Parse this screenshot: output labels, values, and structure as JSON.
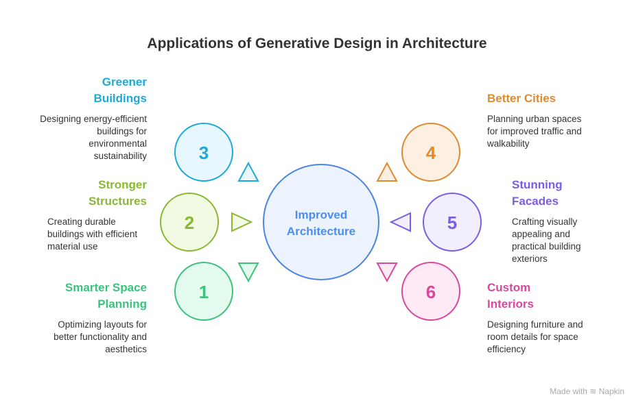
{
  "title": "Applications of Generative Design in Architecture",
  "center": {
    "label_line1": "Improved",
    "label_line2": "Architecture",
    "color": "#4a86e0"
  },
  "items": [
    {
      "num": "1",
      "title": "Smarter Space Planning",
      "desc": "Optimizing layouts for better functionality and aesthetics",
      "color": "#3cc27c"
    },
    {
      "num": "2",
      "title": "Stronger Structures",
      "desc": "Creating durable buildings with efficient material use",
      "color": "#8ab833"
    },
    {
      "num": "3",
      "title": "Greener Buildings",
      "desc": "Designing energy-efficient buildings for environmental sustainability",
      "color": "#1ea9d8"
    },
    {
      "num": "4",
      "title": "Better Cities",
      "desc": "Planning urban spaces for improved traffic and walkability",
      "color": "#e08a30"
    },
    {
      "num": "5",
      "title": "Stunning Facades",
      "desc": "Crafting visually appealing and practical building exteriors",
      "color": "#7b5ce6"
    },
    {
      "num": "6",
      "title": "Custom Interiors",
      "desc": "Designing furniture and room details for space efficiency",
      "color": "#d9479e"
    }
  ],
  "footer": "Made with ≋ Napkin"
}
